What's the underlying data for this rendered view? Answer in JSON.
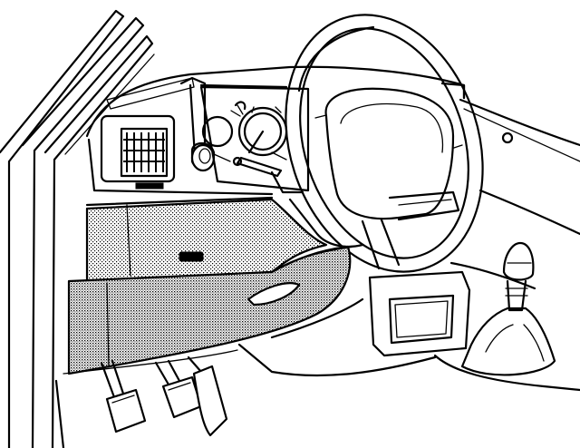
{
  "figure": {
    "style": "monochrome line drawing",
    "colors": {
      "ink": "#000000",
      "paper": "#ffffff"
    }
  },
  "parts": [
    "windscreen-pillar",
    "dashboard",
    "air-vent",
    "light-switch-knob",
    "instrument-cluster",
    "steering-wheel",
    "airbag-hub",
    "glovebox-upper",
    "glovebox-lower",
    "centre-console",
    "gear-lever",
    "clutch-pedal",
    "brake-pedal",
    "accelerator-pedal"
  ]
}
